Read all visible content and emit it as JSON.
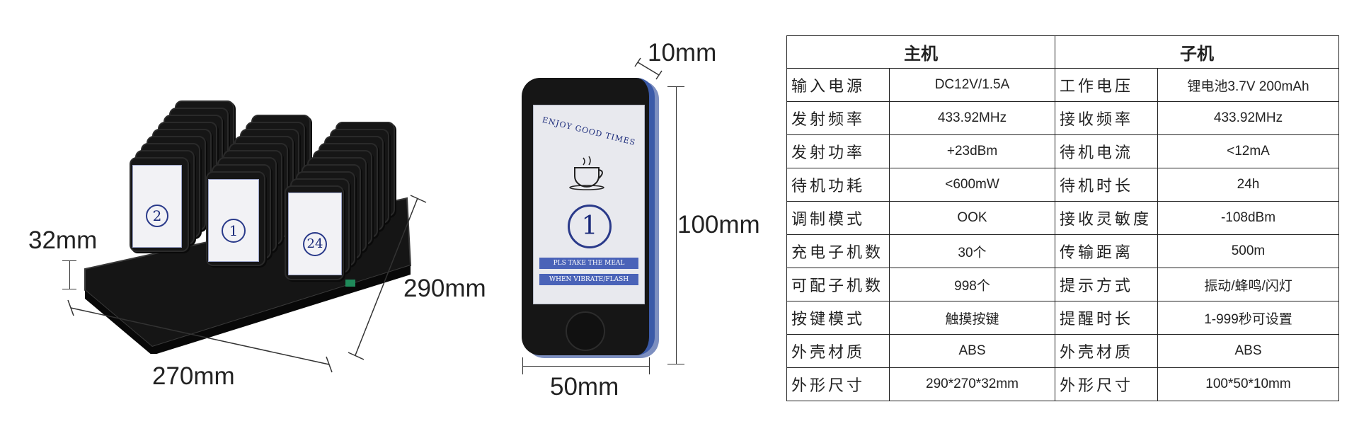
{
  "dimensions": {
    "dock_height": "32mm",
    "dock_depth": "290mm",
    "dock_width": "270mm",
    "pager_thickness": "10mm",
    "pager_height": "100mm",
    "pager_width": "50mm"
  },
  "pager_screen": {
    "brand_line": "ENJOY GOOD TIMES",
    "number": "1",
    "banner1": "PLS TAKE THE MEAL",
    "banner2": "WHEN VIBRATE/FLASH"
  },
  "dock_labels": [
    "2",
    "1",
    "24"
  ],
  "table": {
    "header_host": "主机",
    "header_pager": "子机",
    "rows": [
      {
        "k1": "输入电源",
        "v1": "DC12V/1.5A",
        "k2": "工作电压",
        "v2": "锂电池3.7V 200mAh"
      },
      {
        "k1": "发射频率",
        "v1": "433.92MHz",
        "k2": "接收频率",
        "v2": "433.92MHz"
      },
      {
        "k1": "发射功率",
        "v1": "+23dBm",
        "k2": "待机电流",
        "v2": "<12mA"
      },
      {
        "k1": "待机功耗",
        "v1": "<600mW",
        "k2": "待机时长",
        "v2": "24h"
      },
      {
        "k1": "调制模式",
        "v1": "OOK",
        "k2": "接收灵敏度",
        "v2": "-108dBm"
      },
      {
        "k1": "充电子机数",
        "v1": "30个",
        "k2": "传输距离",
        "v2": "500m"
      },
      {
        "k1": "可配子机数",
        "v1": "998个",
        "k2": "提示方式",
        "v2": "振动/蜂鸣/闪灯"
      },
      {
        "k1": "按键模式",
        "v1": "触摸按键",
        "k2": "提醒时长",
        "v2": "1-999秒可设置"
      },
      {
        "k1": "外壳材质",
        "v1": "ABS",
        "k2": "外壳材质",
        "v2": "ABS"
      },
      {
        "k1": "外形尺寸",
        "v1": "290*270*32mm",
        "k2": "外形尺寸",
        "v2": "100*50*10mm"
      }
    ]
  }
}
